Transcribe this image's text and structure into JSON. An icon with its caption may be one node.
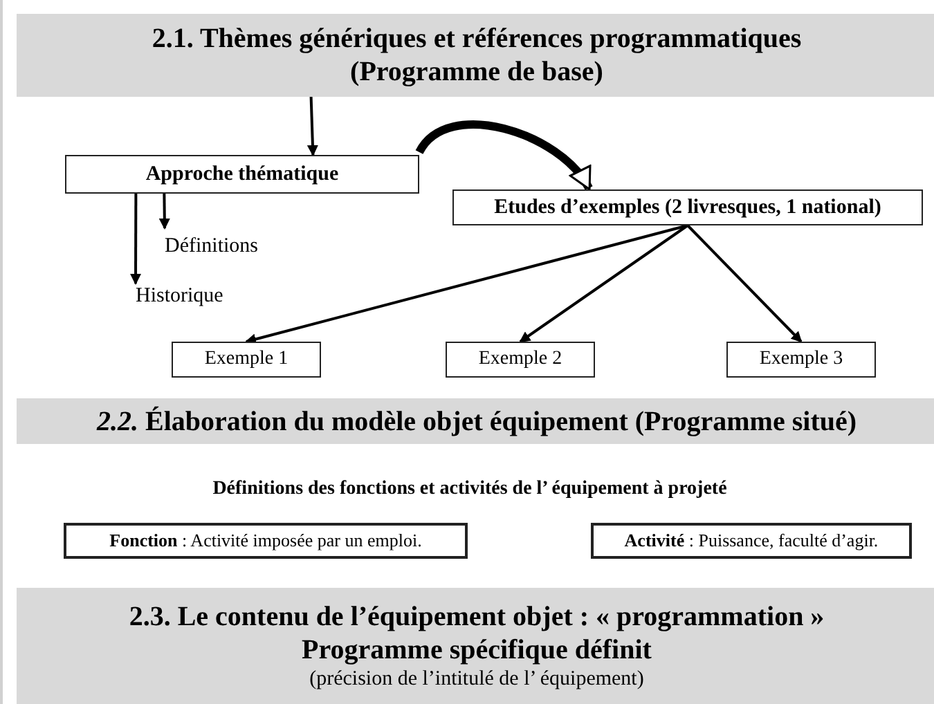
{
  "diagram": {
    "nodes": [
      {
        "text": [
          "2.1. Thèmes génériques et références programmatiques (Programme de base)"
        ]
      },
      {
        "text": [
          "Approche thématique"
        ]
      },
      {
        "text": [
          "Etudes d’exemples  (2 livresques, 1 national)"
        ]
      },
      {
        "text": [
          "Définitions"
        ]
      },
      {
        "text": [
          "Historique"
        ]
      },
      {
        "text": [
          "Exemple 1"
        ]
      },
      {
        "text": [
          "Exemple 2"
        ]
      },
      {
        "text": [
          "Exemple 3"
        ]
      },
      {
        "text": [
          "*2.2.*  Élaboration du modèle objet équipement (Programme situé)"
        ]
      },
      {
        "text": [
          "**Fonction** : Activité imposée par un emploi."
        ]
      },
      {
        "text": [
          "**Activité** : Puissance, faculté d’agir."
        ]
      },
      {
        "text": [
          "2.3.  Le contenu de l’équipement objet : « programmation »",
          "Programme spécifique définit",
          "(précision de l’intitulé de l’ équipement)"
        ]
      }
    ],
    "edges": [
      {
        "from": 0,
        "to": 1,
        "arrow": "to"
      },
      {
        "from": 1,
        "to": 2,
        "arrow": "to",
        "style": "thick"
      },
      {
        "from": 1,
        "to": 3,
        "arrow": "to"
      },
      {
        "from": 1,
        "to": 4,
        "arrow": "to"
      },
      {
        "from": 2,
        "to": 5,
        "arrow": "to"
      },
      {
        "from": 2,
        "to": 6,
        "arrow": "to"
      },
      {
        "from": 2,
        "to": 7,
        "arrow": "to"
      }
    ],
    "labels": [
      "Définitions des fonctions et activités de l’ équipement à projeté"
    ]
  }
}
